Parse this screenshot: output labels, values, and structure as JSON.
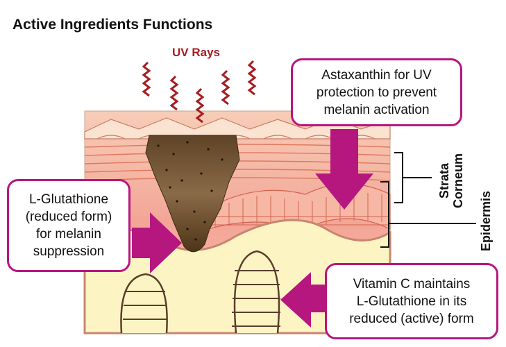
{
  "title": "Active Ingredients Functions",
  "uv_label": "UV Rays",
  "callouts": {
    "astaxanthin": "Astaxanthin for UV\nprotection to prevent\nmelanin activation",
    "glutathione": "L-Glutathione\n(reduced form)\nfor melanin\nsuppression",
    "vitamin_c": "Vitamin C maintains\nL-Glutathione in its\nreduced (active) form"
  },
  "labels": {
    "strata_line1": "Strata",
    "strata_line2": "Corneum",
    "epidermis": "Epidermis"
  },
  "colors": {
    "accent": "#b5177f",
    "uv_red": "#a41e22",
    "skin_pink": "#f4b3a3",
    "dermis_cream": "#fdf6c8",
    "melanin_brown": "#6b4a2b"
  }
}
